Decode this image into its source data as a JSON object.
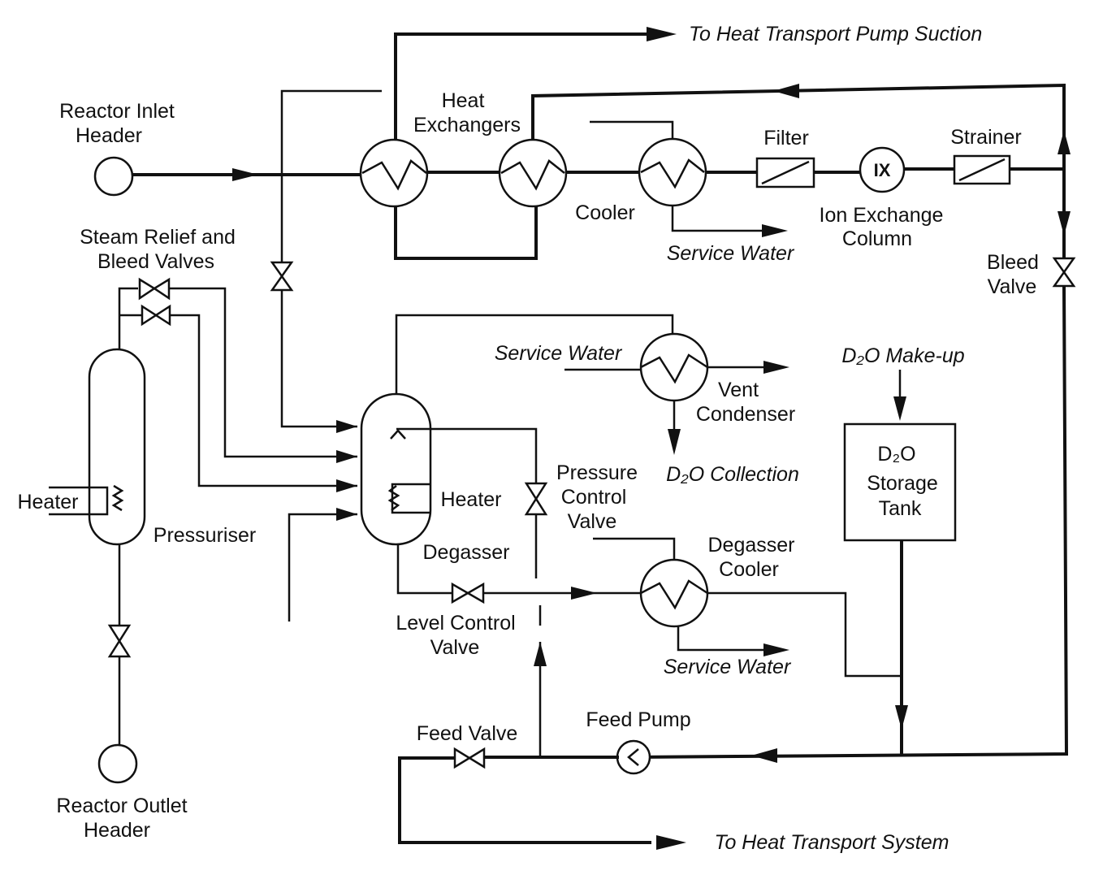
{
  "labels": {
    "to_pump_suction": "To Heat Transport Pump Suction",
    "reactor_inlet_1": "Reactor Inlet",
    "reactor_inlet_2": "Header",
    "heat_exchangers_1": "Heat",
    "heat_exchangers_2": "Exchangers",
    "filter": "Filter",
    "strainer": "Strainer",
    "cooler": "Cooler",
    "ion_exchange_1": "Ion Exchange",
    "ion_exchange_2": "Column",
    "ix_symbol": "IX",
    "service_water_top": "Service Water",
    "steam_relief_1": "Steam Relief and",
    "steam_relief_2": "Bleed Valves",
    "bleed_valve_1": "Bleed",
    "bleed_valve_2": "Valve",
    "service_water_vent": "Service Water",
    "d2o_makeup": "D₂O Make-up",
    "vent_condenser_1": "Vent",
    "vent_condenser_2": "Condenser",
    "d2o_collection": "D₂O Collection",
    "pressure_control_1": "Pressure",
    "pressure_control_2": "Control",
    "pressure_control_3": "Valve",
    "heater_left": "Heater",
    "heater_degasser": "Heater",
    "pressuriser": "Pressuriser",
    "degasser": "Degasser",
    "d2o_storage_1": "D₂O",
    "d2o_storage_2": "Storage",
    "d2o_storage_3": "Tank",
    "degasser_cooler_1": "Degasser",
    "degasser_cooler_2": "Cooler",
    "level_control_1": "Level Control",
    "level_control_2": "Valve",
    "service_water_bottom": "Service Water",
    "feed_pump": "Feed Pump",
    "feed_valve": "Feed Valve",
    "reactor_outlet_1": "Reactor Outlet",
    "reactor_outlet_2": "Header",
    "to_heat_transport": "To Heat Transport System"
  }
}
